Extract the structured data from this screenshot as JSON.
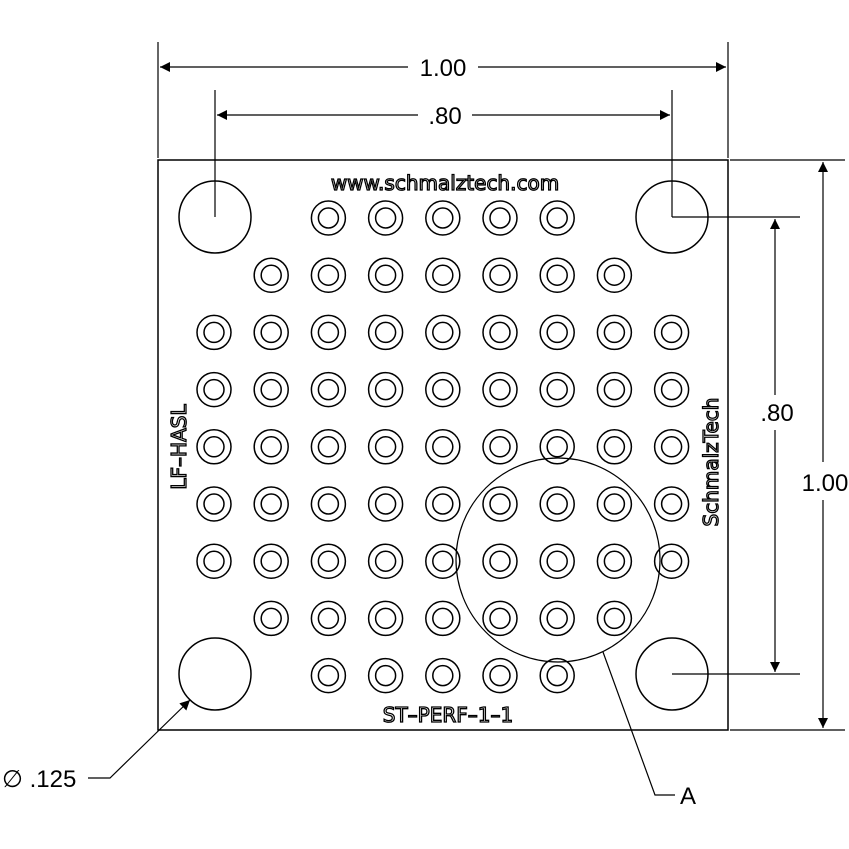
{
  "dimensions": {
    "top_width": "1.00",
    "hole_spacing_horizontal": ".80",
    "hole_spacing_vertical": ".80",
    "right_height": "1.00",
    "mount_hole_diameter": "∅ .125",
    "detail_label": "A"
  },
  "board_text": {
    "website": "www.schmalztech.com",
    "part_number": "ST–PERF–1–1",
    "finish": "LF–HASL",
    "brand": "SchmalzTech"
  },
  "pad_grid": {
    "rows": [
      [
        2,
        3,
        4,
        5,
        6
      ],
      [
        1,
        2,
        3,
        4,
        5,
        6,
        7
      ],
      [
        0,
        1,
        2,
        3,
        4,
        5,
        6,
        7,
        8
      ],
      [
        0,
        1,
        2,
        3,
        4,
        5,
        6,
        7,
        8
      ],
      [
        0,
        1,
        2,
        3,
        4,
        5,
        6,
        7,
        8
      ],
      [
        0,
        1,
        2,
        3,
        4,
        5,
        6,
        7,
        8
      ],
      [
        0,
        1,
        2,
        3,
        4,
        5,
        6,
        7,
        8
      ],
      [
        1,
        2,
        3,
        4,
        5,
        6,
        7
      ],
      [
        2,
        3,
        4,
        5,
        6
      ]
    ]
  }
}
